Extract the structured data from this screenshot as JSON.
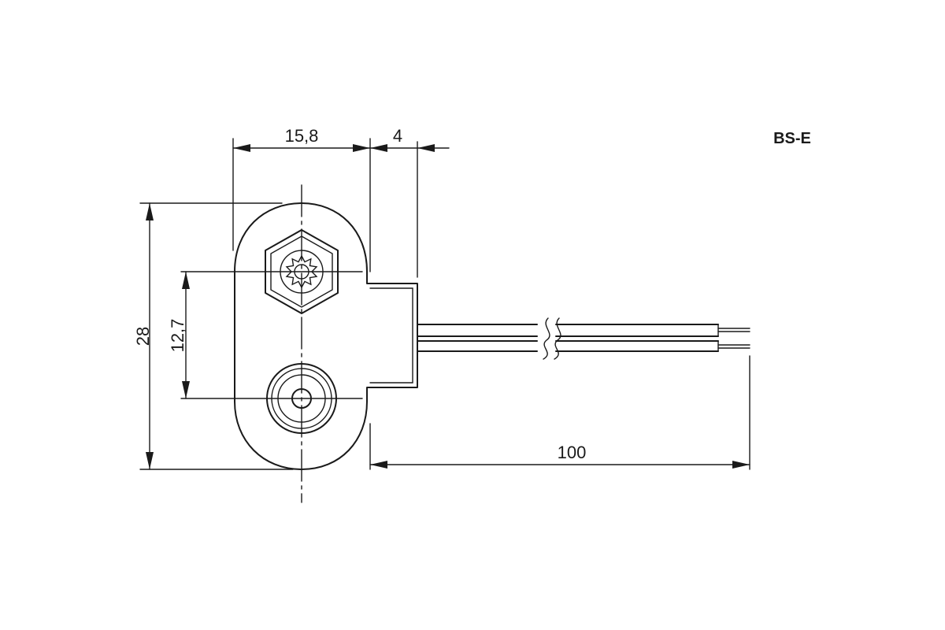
{
  "drawing": {
    "label": "BS-E",
    "dimensions": {
      "body_width": "15,8",
      "tab_width": "4",
      "height": "28",
      "contact_pitch": "12,7",
      "lead_length": "100"
    },
    "components": {
      "snap": "hex-nut-icon",
      "socket": "round-socket-icon",
      "leads": "wire-leads-icon"
    }
  }
}
